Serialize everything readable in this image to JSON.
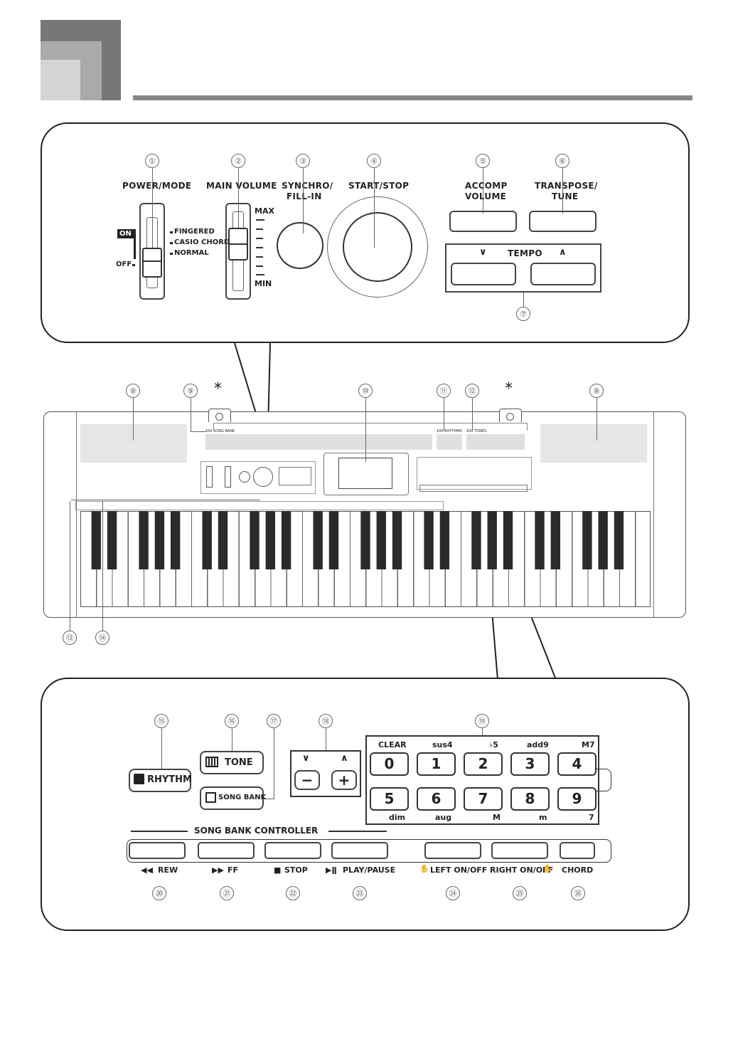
{
  "top_panel": {
    "power_mode": "POWER/MODE",
    "on": "ON",
    "off": "OFF",
    "fingered": "FINGERED",
    "casio_chord": "CASIO CHORD",
    "normal": "NORMAL",
    "main_volume": "MAIN VOLUME",
    "max": "MAX",
    "min": "MIN",
    "synchro_1": "SYNCHRO/",
    "synchro_2": "FILL-IN",
    "start_stop": "START/STOP",
    "accomp_1": "ACCOMP",
    "accomp_2": "VOLUME",
    "transpose_1": "TRANSPOSE/",
    "transpose_2": "TUNE",
    "tempo": "TEMPO",
    "tempo_down": "∨",
    "tempo_up": "∧"
  },
  "keyboard": {
    "asterisk": "*",
    "song_bank": "100 SONG BANK",
    "rhythms": "100 RHYTHMS",
    "tones": "100 TONES"
  },
  "bottom_panel": {
    "rhythm": "RHYTHM",
    "tone": "TONE",
    "song_bank": "SONG BANK",
    "down": "∨",
    "up": "∧",
    "minus": "−",
    "plus": "+",
    "top_labels": [
      "CLEAR",
      "sus4",
      "♭5",
      "add9",
      "M7"
    ],
    "row1": [
      "0",
      "1",
      "2",
      "3",
      "4"
    ],
    "row2": [
      "5",
      "6",
      "7",
      "8",
      "9"
    ],
    "bottom_labels": [
      "dim",
      "aug",
      "M",
      "m",
      "7"
    ],
    "controller": "SONG BANK CONTROLLER",
    "rew": "REW",
    "ff": "FF",
    "stop": "STOP",
    "play_pause": "PLAY/PAUSE",
    "left_onoff": "LEFT ON/OFF",
    "right_onoff": "RIGHT ON/OFF",
    "chord": "CHORD"
  },
  "callouts": [
    "①",
    "②",
    "③",
    "④",
    "⑤",
    "⑥",
    "⑦",
    "⑧",
    "⑨",
    "⑩",
    "⑪",
    "⑫",
    "⑬",
    "⑭",
    "⑮",
    "⑯",
    "⑰",
    "⑱",
    "⑲",
    "⑳",
    "㉑",
    "㉒",
    "㉓",
    "㉔",
    "㉕",
    "㉖"
  ]
}
